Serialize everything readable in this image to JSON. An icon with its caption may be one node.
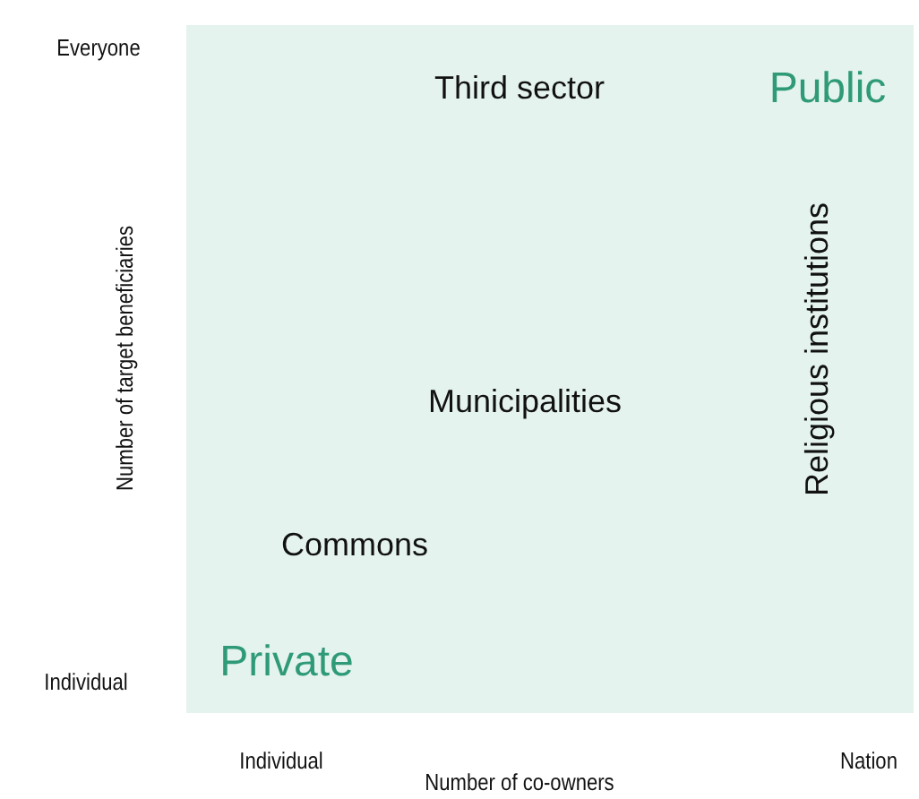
{
  "diagram": {
    "labels": [
      "Everyone",
      "Third sector",
      "Public",
      "Number of target beneficiaries",
      "Religious institutions",
      "Municipalities",
      "Commons",
      "Individual",
      "Private",
      "Individual",
      "Nation",
      "Number of co-owners"
    ]
  }
}
